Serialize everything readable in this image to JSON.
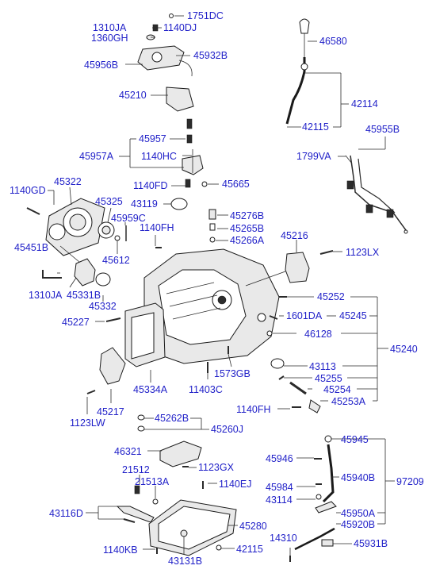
{
  "diagram": {
    "labels": {
      "l1751DC": "1751DC",
      "l1310JA_top": "1310JA",
      "l1140DJ": "1140DJ",
      "l1360GH": "1360GH",
      "l45932B": "45932B",
      "l45956B": "45956B",
      "l45210": "45210",
      "l46580": "46580",
      "l42114": "42114",
      "l42115_top": "42115",
      "l45955B": "45955B",
      "l1799VA": "1799VA",
      "l45957": "45957",
      "l45957A": "45957A",
      "l1140HC": "1140HC",
      "l1140FD": "1140FD",
      "l45665": "45665",
      "l1140GD": "1140GD",
      "l45322": "45322",
      "l45325": "45325",
      "l43119": "43119",
      "l45276B": "45276B",
      "l45959C": "45959C",
      "l45265B": "45265B",
      "l1140FH": "1140FH",
      "l45266A": "45266A",
      "l45216": "45216",
      "l45451B": "45451B",
      "l45612": "45612",
      "l1123LX": "1123LX",
      "l1310JA_mid": "1310JA",
      "l45331B": "45331B",
      "l45332": "45332",
      "l45252": "45252",
      "l1601DA": "1601DA",
      "l45245": "45245",
      "l45227": "45227",
      "l46128": "46128",
      "l45240": "45240",
      "l43113": "43113",
      "l1573GB": "1573GB",
      "l45255": "45255",
      "l45254": "45254",
      "l45334A": "45334A",
      "l11403C": "11403C",
      "l45253A": "45253A",
      "l45217": "45217",
      "l1140FH_b": "1140FH",
      "l1123LW": "1123LW",
      "l45262B": "45262B",
      "l45260J": "45260J",
      "l45945": "45945",
      "l46321": "46321",
      "l45946": "45946",
      "l1123GX": "1123GX",
      "l21512": "21512",
      "l45940B": "45940B",
      "l97209": "97209",
      "l21513A": "21513A",
      "l1140EJ": "1140EJ",
      "l45984": "45984",
      "l43114": "43114",
      "l43116D": "43116D",
      "l45950A": "45950A",
      "l45920B": "45920B",
      "l45280": "45280",
      "l14310": "14310",
      "l45931B": "45931B",
      "l1140KB": "1140KB",
      "l42115_bot": "42115",
      "l43131B": "43131B"
    }
  }
}
